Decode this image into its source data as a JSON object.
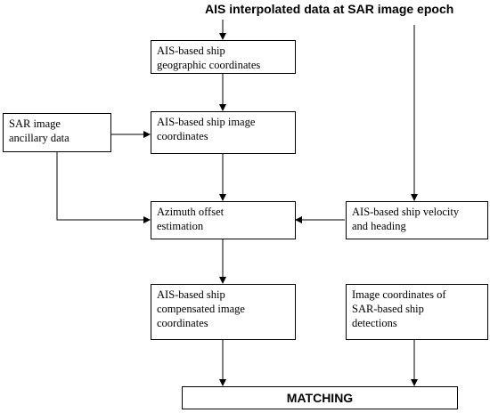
{
  "header": {
    "title": "AIS interpolated data at SAR image epoch"
  },
  "boxes": {
    "geo_coords": "AIS-based ship\ngeographic coordinates",
    "sar_ancillary": "SAR image\nancillary data",
    "image_coords": "AIS-based ship image\ncoordinates",
    "azimuth": "Azimuth offset\nestimation",
    "velocity": "AIS-based ship velocity\nand heading",
    "compensated": "AIS-based ship\ncompensated image\ncoordinates",
    "sar_detections": "Image coordinates of\nSAR-based ship\ndetections",
    "matching": "MATCHING"
  }
}
